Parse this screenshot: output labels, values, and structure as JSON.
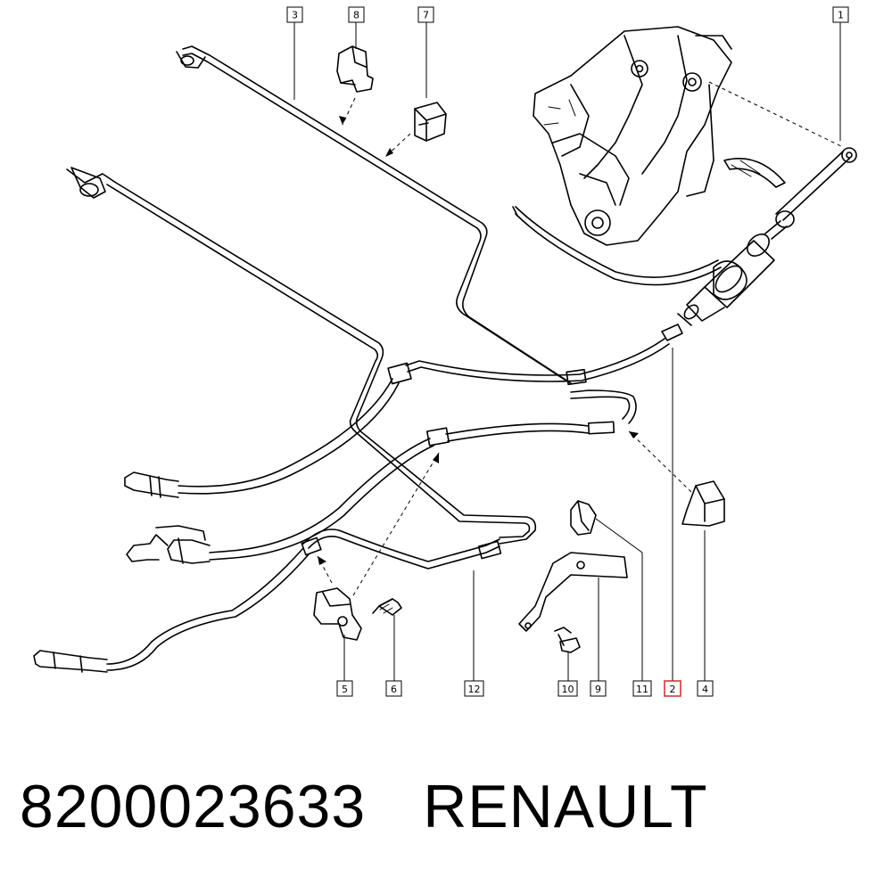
{
  "callouts": [
    {
      "id": "c1",
      "number": "1"
    },
    {
      "id": "c2",
      "number": "2",
      "highlighted": true
    },
    {
      "id": "c3",
      "number": "3"
    },
    {
      "id": "c4",
      "number": "4"
    },
    {
      "id": "c5",
      "number": "5"
    },
    {
      "id": "c6",
      "number": "6"
    },
    {
      "id": "c7",
      "number": "7"
    },
    {
      "id": "c8",
      "number": "8"
    },
    {
      "id": "c9",
      "number": "9"
    },
    {
      "id": "c10",
      "number": "10"
    },
    {
      "id": "c11",
      "number": "11"
    },
    {
      "id": "c12",
      "number": "12"
    }
  ],
  "caption": {
    "part_number": "8200023633",
    "brand": "RENAULT"
  },
  "colors": {
    "line": "#000000",
    "highlight": "#d9262b",
    "background": "#ffffff"
  }
}
